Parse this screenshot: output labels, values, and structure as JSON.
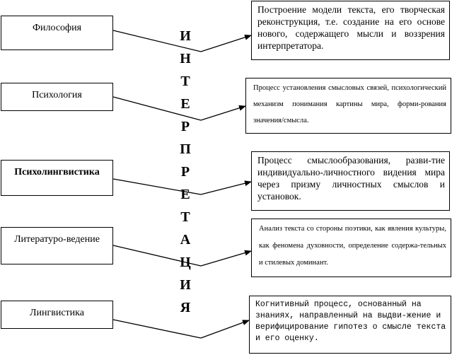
{
  "disciplines": [
    {
      "label": "Философия"
    },
    {
      "label": "Психология"
    },
    {
      "label": "Психолингвистика"
    },
    {
      "label": "Литературо-ведение"
    },
    {
      "label": "Лингвистика"
    }
  ],
  "definitions": [
    {
      "text": "Построение модели текста, его творческая реконструкция, т.е. создание на его основе нового, содержащего мысли и воззрения интерпретатора."
    },
    {
      "text": "Процесс установления смысловых связей, психологический механизм понимания картины мира, форми-рования значения/смысла."
    },
    {
      "text": "Процесс смыслообразования, разви-тие индивидуально-личностного видения мира через призму личностных смыслов и установок."
    },
    {
      "text": "Анализ текста со стороны поэтики, как явления культуры, как феномена духовности, определение содержа-тельных и стилевых доминант."
    },
    {
      "text": "Когнитивный процесс, основанный на знаниях, направленный на выдви-жение и верифицирование гипотез о смысле текста и его оценку."
    }
  ],
  "center_word": [
    "И",
    "Н",
    "Т",
    "Е",
    "Р",
    "П",
    "Р",
    "Е",
    "Т",
    "А",
    "Ц",
    "И",
    "Я"
  ],
  "colors": {
    "line": "#000000",
    "box_border": "#000000",
    "background": "#ffffff"
  }
}
